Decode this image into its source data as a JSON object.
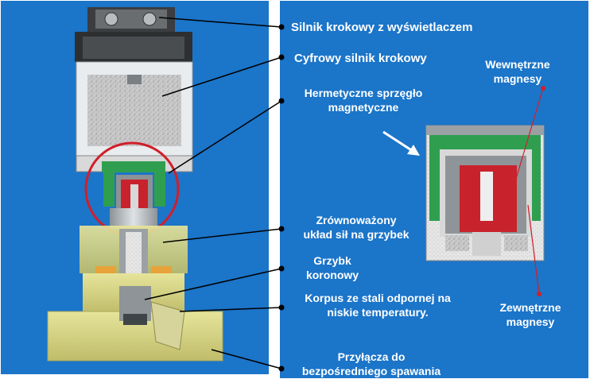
{
  "colors": {
    "background": "#1b75c9",
    "leader": "#000000",
    "accent_red": "#d01f2b",
    "magnet_green": "#2f9f4f"
  },
  "labels": {
    "stepper_display": "Silnik krokowy z wyświetlaczem",
    "digital_stepper": "Cyfrowy silnik krokowy",
    "hermetic_coupling": "Hermetyczne sprzęgło magnetyczne",
    "balanced_forces_line1": "Zrównoważony",
    "balanced_forces_line2": "układ sił na grzybek",
    "crown_plug_line1": "Grzybk",
    "crown_plug_line2": "koronowy",
    "body_line1": "Korpus ze stali odpornej na",
    "body_line2": "niskie temperatury.",
    "connections_line1": "Przyłącza do",
    "connections_line2": "bezpośredniego spawania",
    "inner_magnets_line1": "Wewnętrzne",
    "inner_magnets_line2": "magnesy",
    "outer_magnets_line1": "Zewnętrzne",
    "outer_magnets_line2": "magnesy"
  }
}
